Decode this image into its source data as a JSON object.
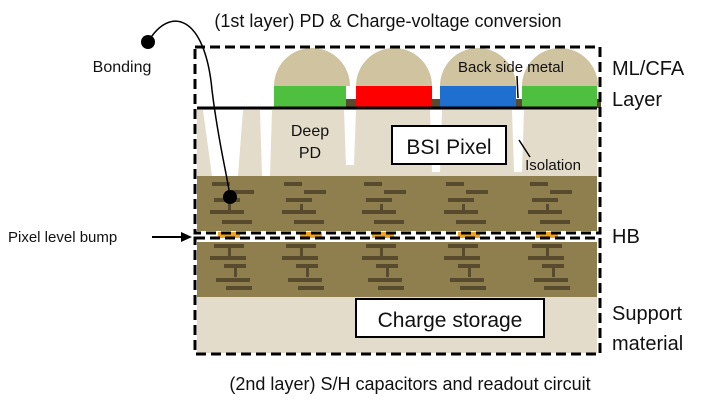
{
  "top_caption": "(1st layer) PD & Charge-voltage conversion",
  "bottom_caption": "(2nd layer) S/H capacitors and readout circuit",
  "labels": {
    "bonding": "Bonding",
    "pixel_level_bump": "Pixel level bump",
    "deep_pd_line1": "Deep",
    "deep_pd_line2": "PD",
    "bsi_pixel": "BSI Pixel",
    "back_side_metal": "Back side metal",
    "isolation": "Isolation",
    "charge_storage": "Charge storage",
    "ml_cfa_line1": "ML/CFA",
    "ml_cfa_line2": "Layer",
    "hb": "HB",
    "support_line1": "Support",
    "support_line2": "material"
  },
  "colors": {
    "microlens": "#cfc3a0",
    "filter_green": "#4fbf3f",
    "filter_red": "#ff0000",
    "filter_blue": "#1f6fd0",
    "substrate": "#e4dccb",
    "wiring_layer": "#8f7f4e",
    "metal": "#584a2c",
    "bump": "#f0a21a"
  },
  "color_filters": [
    "filter_green",
    "filter_red",
    "filter_blue",
    "filter_green"
  ]
}
